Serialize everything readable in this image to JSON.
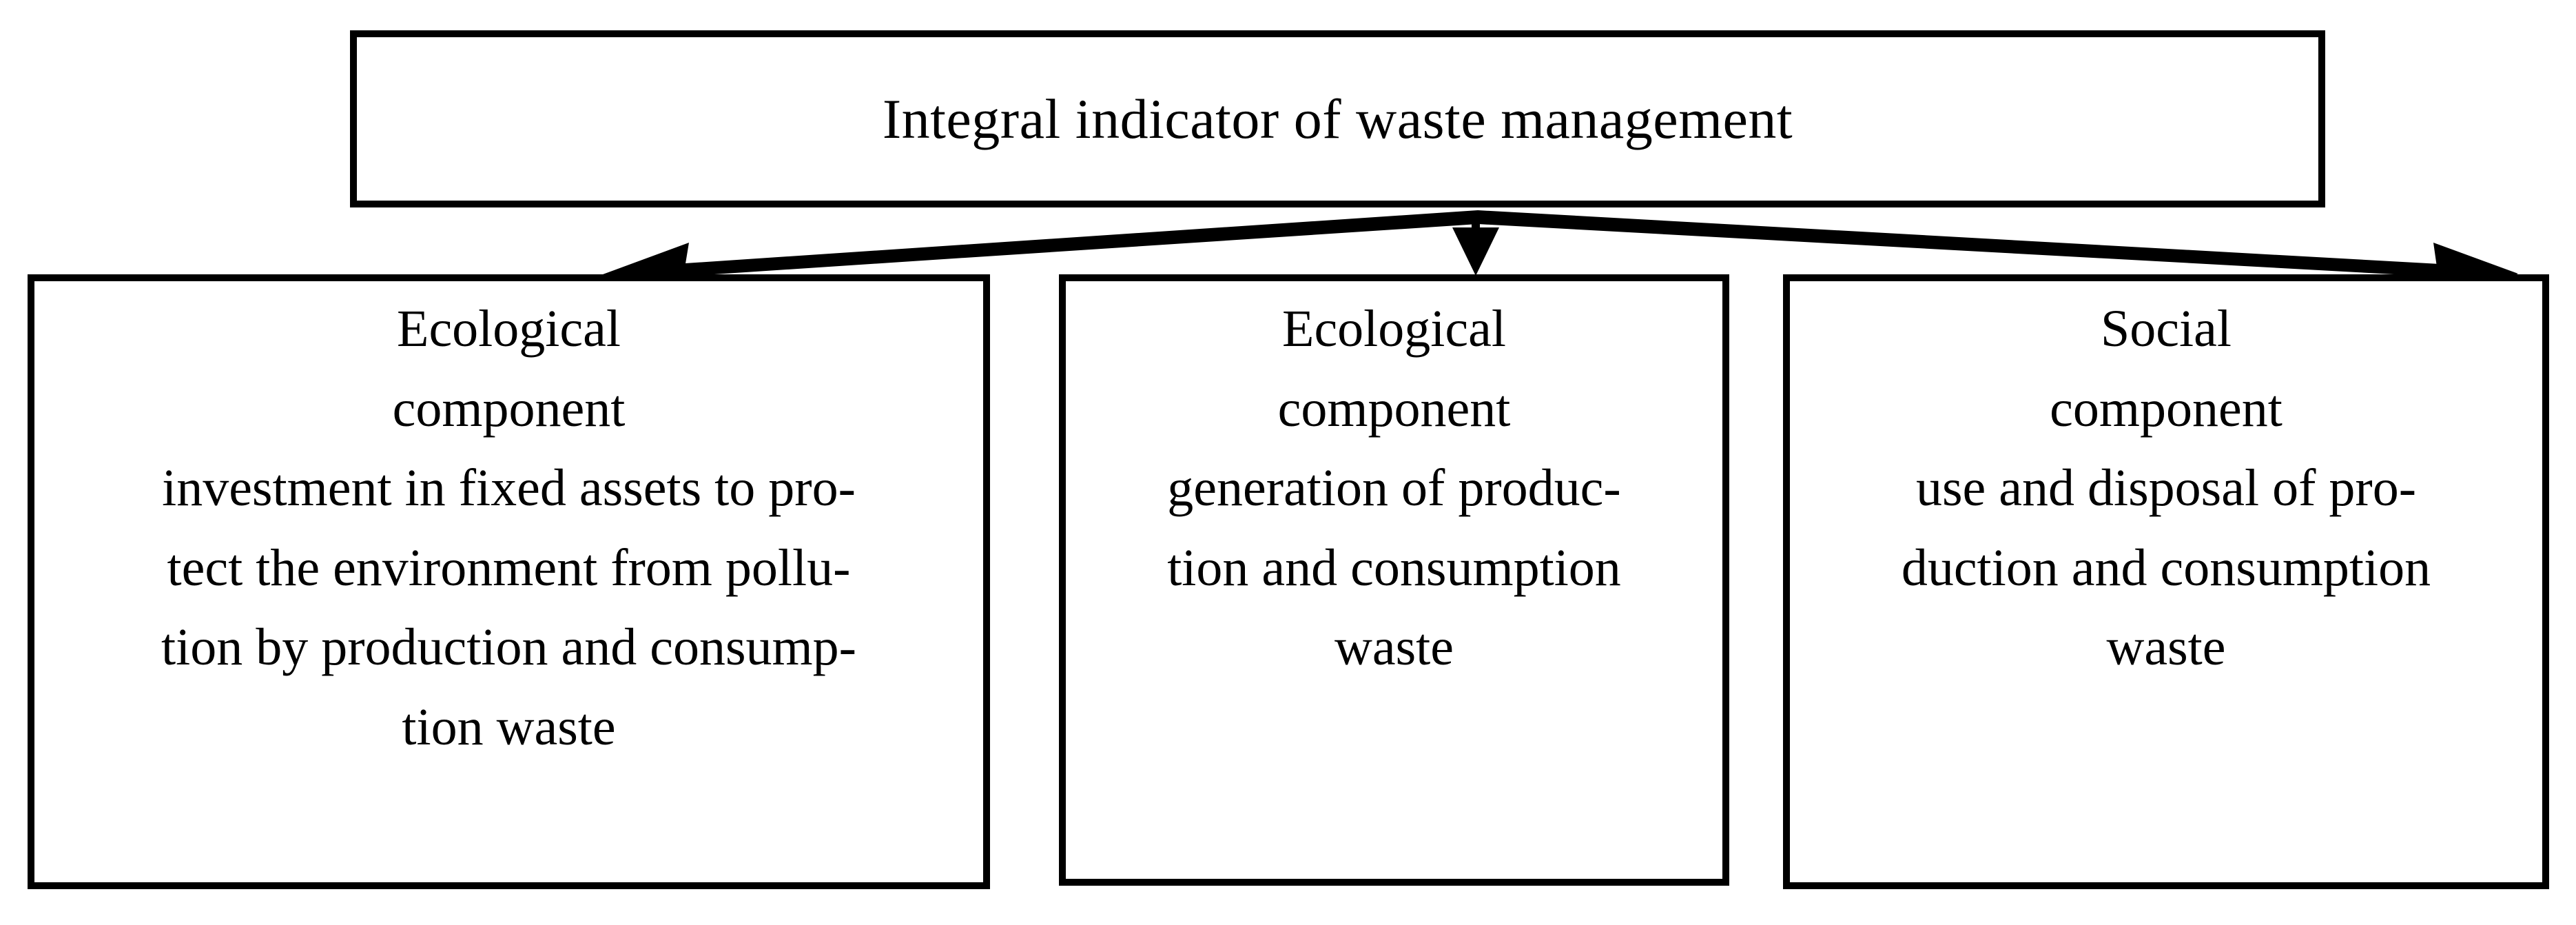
{
  "diagram": {
    "title": "Integral indicator of waste management",
    "background_color": "#ffffff",
    "stroke_color": "#000000",
    "root": {
      "label": "Integral indicator of waste management"
    },
    "branches": [
      {
        "id": "ecological-investment",
        "heading": "Ecological",
        "subheading": "component",
        "description": "investment in fixed assets to pro-\ntect the environment from pollu-\ntion by production and consump-\ntion waste",
        "full_text": "Ecological\ncomponent\ninvestment in fixed assets to pro-\ntect the environment from pollu-\ntion by production and consump-\ntion waste"
      },
      {
        "id": "ecological-generation",
        "heading": "Ecological",
        "subheading": "component",
        "description": "generation of produc-\ntion and consumption\nwaste",
        "full_text": "Ecological\ncomponent\ngeneration of produc-\ntion and consumption\nwaste"
      },
      {
        "id": "social-use",
        "heading": "Social",
        "subheading": "component",
        "description": "use and disposal of pro-\nduction and consumption\nwaste",
        "full_text": "Social\ncomponent\nuse and disposal of pro-\nduction and consumption\nwaste"
      }
    ],
    "connectors": [
      {
        "id": "connector-left",
        "from": "root",
        "to": "ecological-investment",
        "arrowhead": "left"
      },
      {
        "id": "connector-middle",
        "from": "root",
        "to": "ecological-generation",
        "arrowhead": "down"
      },
      {
        "id": "connector-right",
        "from": "root",
        "to": "social-use",
        "arrowhead": "right"
      }
    ]
  }
}
